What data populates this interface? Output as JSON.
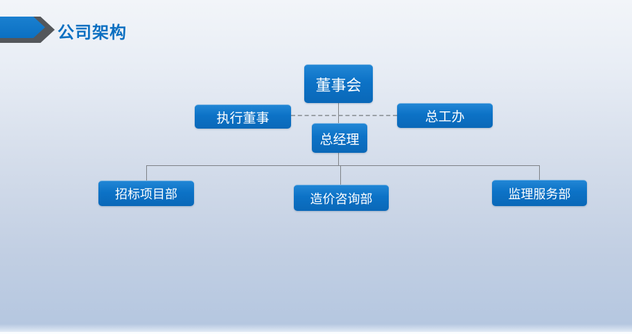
{
  "header": {
    "title": "公司架构",
    "arrow_icon": "right-arrow"
  },
  "colors": {
    "box_blue": "#0c72c6",
    "box_blue_light": "#2186d5",
    "title_blue": "#0b6fc1",
    "arrow_gray": "#54575b",
    "connector_gray": "#7d8186",
    "dashed_gray": "#9aa0a6",
    "node_text": "#ffffff",
    "background_top": "#f2f5f9",
    "background_bottom": "#b5c7e0"
  },
  "org_chart": {
    "type": "org-tree",
    "nodes": [
      {
        "id": "board",
        "label": "董事会",
        "level": 1
      },
      {
        "id": "executive-director",
        "label": "执行董事",
        "level": 2
      },
      {
        "id": "chief-engineer-office",
        "label": "总工办",
        "level": 2
      },
      {
        "id": "general-manager",
        "label": "总经理",
        "level": 2
      },
      {
        "id": "bidding-project-dept",
        "label": "招标项目部",
        "level": 3
      },
      {
        "id": "cost-consulting-dept",
        "label": "造价咨询部",
        "level": 3
      },
      {
        "id": "supervision-service-dept",
        "label": "监理服务部",
        "level": 3
      }
    ],
    "edges": [
      {
        "from": "board",
        "to": "general-manager",
        "style": "solid"
      },
      {
        "from": "executive-director",
        "to": "chief-engineer-office",
        "style": "dashed"
      },
      {
        "from": "general-manager",
        "to": "bidding-project-dept",
        "style": "solid"
      },
      {
        "from": "general-manager",
        "to": "cost-consulting-dept",
        "style": "solid"
      },
      {
        "from": "general-manager",
        "to": "supervision-service-dept",
        "style": "solid"
      }
    ]
  }
}
